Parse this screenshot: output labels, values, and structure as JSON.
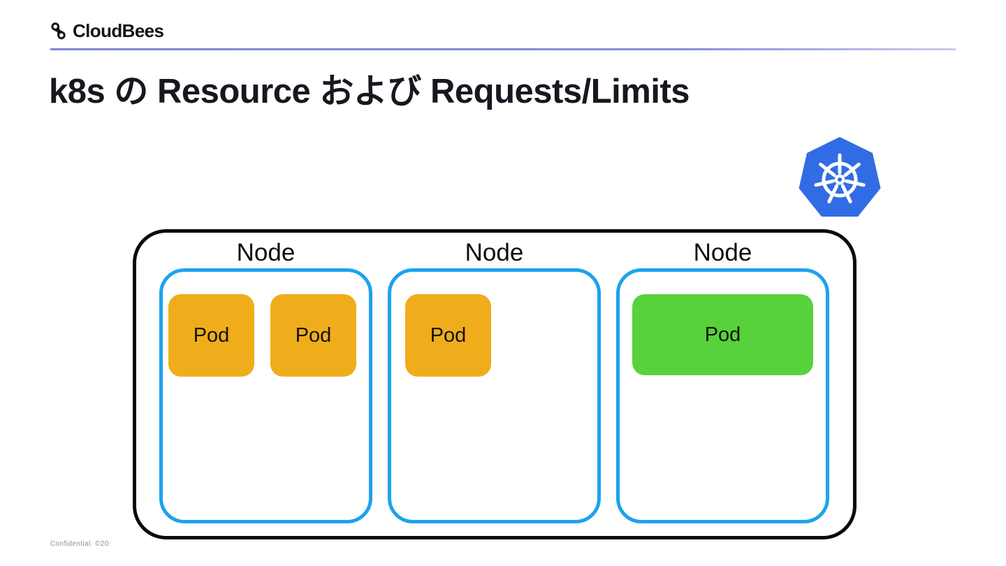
{
  "header": {
    "brand": "CloudBees"
  },
  "title": "k8s の Resource および Requests/Limits",
  "cluster": {
    "nodes": [
      {
        "label": "Node",
        "pods": [
          {
            "label": "Pod",
            "color": "#F0AD1B"
          },
          {
            "label": "Pod",
            "color": "#F0AD1B"
          }
        ]
      },
      {
        "label": "Node",
        "pods": [
          {
            "label": "Pod",
            "color": "#F0AD1B"
          }
        ]
      },
      {
        "label": "Node",
        "pods": [
          {
            "label": "Pod",
            "color": "#57D23A"
          }
        ]
      }
    ]
  },
  "icons": {
    "cloudbees": "cloudbees-mark",
    "kubernetes": "kubernetes-wheel-logo"
  },
  "colors": {
    "divider_purple": "#8186D5",
    "container_border_black": "#0A0A0A",
    "node_border_blue": "#1DA2EF",
    "pod_orange": "#F0AD1B",
    "pod_green": "#57D23A",
    "kubernetes_blue": "#326CE5"
  },
  "footer": {
    "text": "Confidential. ©20:"
  }
}
